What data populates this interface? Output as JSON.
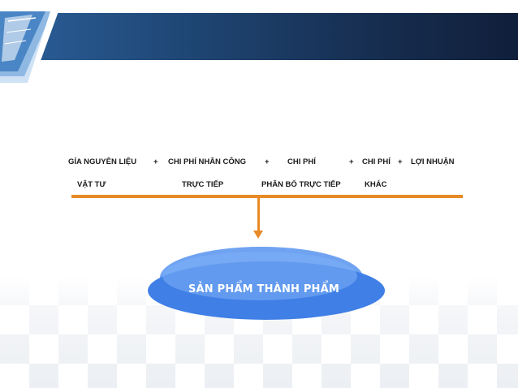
{
  "formula": {
    "terms_line1": [
      "GÍA NGUYÊN LIỆU",
      "+",
      "CHI PHÍ NHÂN CÔNG",
      "+",
      "CHI PHÍ",
      "+",
      "CHI PHÍ",
      "+",
      "LỢI NHUẬN"
    ],
    "terms_line2": [
      "VẬT TƯ",
      "TRỰC TIẾP",
      "PHÂN BỔ TRỰC TIẾP",
      "KHÁC"
    ]
  },
  "result": {
    "label": "SẢN PHẨM THÀNH PHẨM"
  },
  "colors": {
    "connector": "#e88a26",
    "ellipse_back": "#6fa3f2",
    "ellipse_front": "#3f7fe6",
    "header": "#1f4775"
  }
}
